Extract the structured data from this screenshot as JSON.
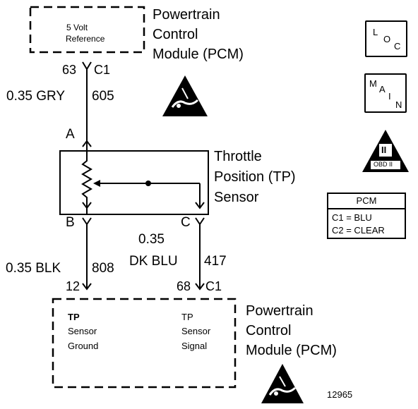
{
  "pcm_top": {
    "title_line1": "Powertrain",
    "title_line2": "Control",
    "title_line3": "Module (PCM)",
    "box_line1": "5 Volt",
    "box_line2": "Reference",
    "pin": "63",
    "connector": "C1"
  },
  "wire_ref": {
    "gauge_color": "0.35 GRY",
    "circuit": "605"
  },
  "sensor": {
    "title_line1": "Throttle",
    "title_line2": "Position (TP)",
    "title_line3": "Sensor",
    "terminal_a": "A",
    "terminal_b": "B",
    "terminal_c": "C"
  },
  "wire_ground": {
    "gauge_color": "0.35 BLK",
    "circuit": "808",
    "pin": "12"
  },
  "wire_signal": {
    "gauge_line1": "0.35",
    "gauge_line2": "DK BLU",
    "circuit": "417",
    "pin": "68",
    "connector": "C1"
  },
  "pcm_bottom": {
    "title_line1": "Powertrain",
    "title_line2": "Control",
    "title_line3": "Module (PCM)",
    "ground_line1": "TP",
    "ground_line2": "Sensor",
    "ground_line3": "Ground",
    "signal_line1": "TP",
    "signal_line2": "Sensor",
    "signal_line3": "Signal"
  },
  "icons": {
    "loc_l": "L",
    "loc_o": "O",
    "loc_c": "C",
    "main_m": "M",
    "main_a": "A",
    "main_i": "I",
    "main_n": "N",
    "obd_numeral": "II",
    "obd_label": "OBD II"
  },
  "pcm_legend": {
    "header": "PCM",
    "row1": "C1 = BLU",
    "row2": "C2 = CLEAR"
  },
  "figure_number": "12965"
}
